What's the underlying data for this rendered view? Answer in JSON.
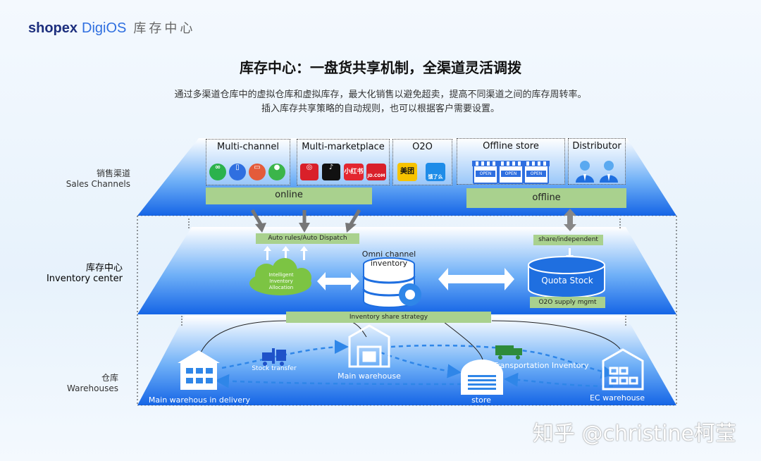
{
  "header": {
    "brand": "shopex",
    "product": "DigiOS",
    "product_cn": "库存中心"
  },
  "title": "库存中心：一盘货共享机制，全渠道灵活调拨",
  "subtitle_lines": [
    "通过多渠道仓库中的虚拟仓库和虚拟库存，最大化销售以避免超卖，提高不同渠道之间的库存周转率。",
    "插入库存共享策略的自动规则，也可以根据客户需要设置。"
  ],
  "layers": {
    "sales": {
      "cn": "销售渠道",
      "en": "Sales Channels"
    },
    "inventory": {
      "cn": "库存中心",
      "en": "Inventory center"
    },
    "warehouses": {
      "cn": "仓库",
      "en": "Warehouses"
    }
  },
  "channel_groups": [
    {
      "title": "Multi-channel",
      "icons": [
        "mini-program-icon",
        "tablet-icon",
        "desktop-icon",
        "wechat-icon"
      ]
    },
    {
      "title": "Multi-marketplace",
      "icons": [
        "tmall-icon",
        "douyin-icon",
        "xiaohongshu-icon",
        "jd-icon"
      ],
      "icon_labels": [
        "",
        "",
        "小红书",
        "JD.COM"
      ]
    },
    {
      "title": "O2O",
      "icons": [
        "meituan-icon",
        "eleme-icon"
      ],
      "icon_labels": [
        "美团",
        "饿了么"
      ]
    },
    {
      "title": "Offline store",
      "icons": [
        "store-icon",
        "store-icon",
        "store-icon"
      ],
      "icon_labels": [
        "OPEN",
        "OPEN",
        "OPEN"
      ]
    },
    {
      "title": "Distributor",
      "icons": [
        "person-icon",
        "person-icon"
      ]
    }
  ],
  "online_label": "online",
  "offline_label": "offline",
  "inventory_center": {
    "auto_rules": "Auto rules/Auto Dispatch",
    "share_independent": "share/independent",
    "intelligent": [
      "Intelligent",
      "Inventory",
      "Allocation"
    ],
    "omni": [
      "Omni channel",
      "inventory"
    ],
    "quota": "Quota Stock",
    "o2o_supply": "O2O supply mgmt",
    "share_strategy": "Inventory share strategy"
  },
  "warehouses": {
    "main_delivery": "Main warehous in delivery",
    "stock_transfer": "Stock transfer",
    "main": "Main warehouse",
    "store": "store",
    "transport": "Transportation Inventory",
    "ec": "EC warehouse"
  },
  "watermark": "知乎 @christine柯莹",
  "colors": {
    "accent_blue": "#1f6fe0",
    "layer_dark": "#1d6fe8",
    "green_bar": "#a9d18e",
    "cloud_green": "#7cc443"
  }
}
